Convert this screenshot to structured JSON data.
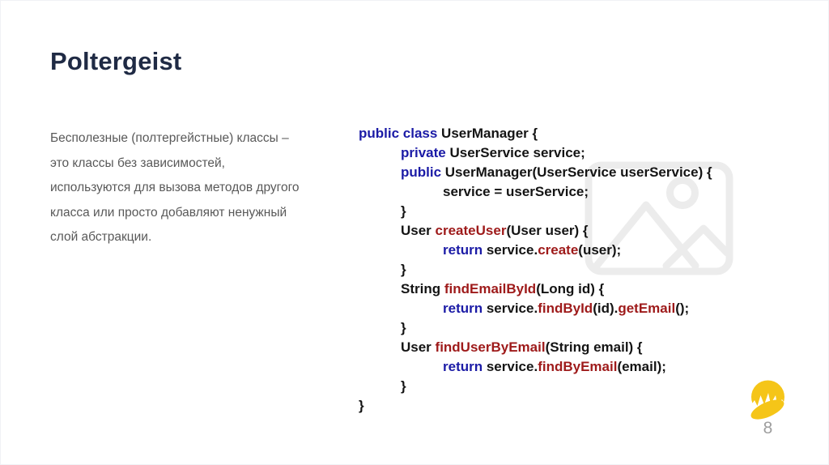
{
  "slide": {
    "title": "Poltergeist",
    "page_number": "8"
  },
  "description": {
    "lines": [
      "Бесполезные (полтергейстные) классы –",
      "это классы без зависимостей,",
      "используются для вызова методов другого",
      "класса или просто добавляют ненужный",
      "слой абстракции."
    ]
  },
  "code": {
    "language": "java",
    "lines": [
      {
        "indent": 0,
        "tokens": [
          {
            "t": "public class ",
            "c": "kw"
          },
          {
            "t": "UserManager {",
            "c": "pl"
          }
        ]
      },
      {
        "indent": 1,
        "tokens": [
          {
            "t": "private ",
            "c": "kw"
          },
          {
            "t": "UserService service;",
            "c": "pl"
          }
        ]
      },
      {
        "indent": 1,
        "tokens": [
          {
            "t": "public ",
            "c": "kw"
          },
          {
            "t": "UserManager(UserService userService) {",
            "c": "pl"
          }
        ]
      },
      {
        "indent": 2,
        "tokens": [
          {
            "t": "service = userService;",
            "c": "pl"
          }
        ]
      },
      {
        "indent": 1,
        "tokens": [
          {
            "t": "}",
            "c": "pl"
          }
        ]
      },
      {
        "indent": 1,
        "tokens": [
          {
            "t": "User ",
            "c": "pl"
          },
          {
            "t": "createUser",
            "c": "fn"
          },
          {
            "t": "(User user) {",
            "c": "pl"
          }
        ]
      },
      {
        "indent": 2,
        "tokens": [
          {
            "t": "return ",
            "c": "kw"
          },
          {
            "t": "service.",
            "c": "pl"
          },
          {
            "t": "create",
            "c": "fn"
          },
          {
            "t": "(user);",
            "c": "pl"
          }
        ]
      },
      {
        "indent": 1,
        "tokens": [
          {
            "t": "}",
            "c": "pl"
          }
        ]
      },
      {
        "indent": 1,
        "tokens": [
          {
            "t": "String ",
            "c": "pl"
          },
          {
            "t": "findEmailById",
            "c": "fn"
          },
          {
            "t": "(Long id) {",
            "c": "pl"
          }
        ]
      },
      {
        "indent": 2,
        "tokens": [
          {
            "t": "return ",
            "c": "kw"
          },
          {
            "t": "service.",
            "c": "pl"
          },
          {
            "t": "findById",
            "c": "fn"
          },
          {
            "t": "(id).",
            "c": "pl"
          },
          {
            "t": "getEmail",
            "c": "fn"
          },
          {
            "t": "();",
            "c": "pl"
          }
        ]
      },
      {
        "indent": 1,
        "tokens": [
          {
            "t": "}",
            "c": "pl"
          }
        ]
      },
      {
        "indent": 1,
        "tokens": [
          {
            "t": "User ",
            "c": "pl"
          },
          {
            "t": "findUserByEmail",
            "c": "fn"
          },
          {
            "t": "(String email) {",
            "c": "pl"
          }
        ]
      },
      {
        "indent": 2,
        "tokens": [
          {
            "t": "return ",
            "c": "kw"
          },
          {
            "t": "service.",
            "c": "pl"
          },
          {
            "t": "findByEmail",
            "c": "fn"
          },
          {
            "t": "(email);",
            "c": "pl"
          }
        ]
      },
      {
        "indent": 1,
        "tokens": [
          {
            "t": "}",
            "c": "pl"
          }
        ]
      },
      {
        "indent": 0,
        "tokens": [
          {
            "t": "}",
            "c": "pl"
          }
        ]
      }
    ]
  },
  "icons": {
    "placeholder": "image-placeholder-icon",
    "logo": "sun-logo-icon"
  },
  "colors": {
    "title": "#1f2a44",
    "paragraph": "#595959",
    "code_plain": "#141414",
    "keyword": "#1b1ba6",
    "method": "#9e1a1a",
    "logo_yellow": "#f5c518",
    "page_number": "#9e9e9e",
    "placeholder": "#ececec",
    "slide_border": "#f0f2f5"
  }
}
